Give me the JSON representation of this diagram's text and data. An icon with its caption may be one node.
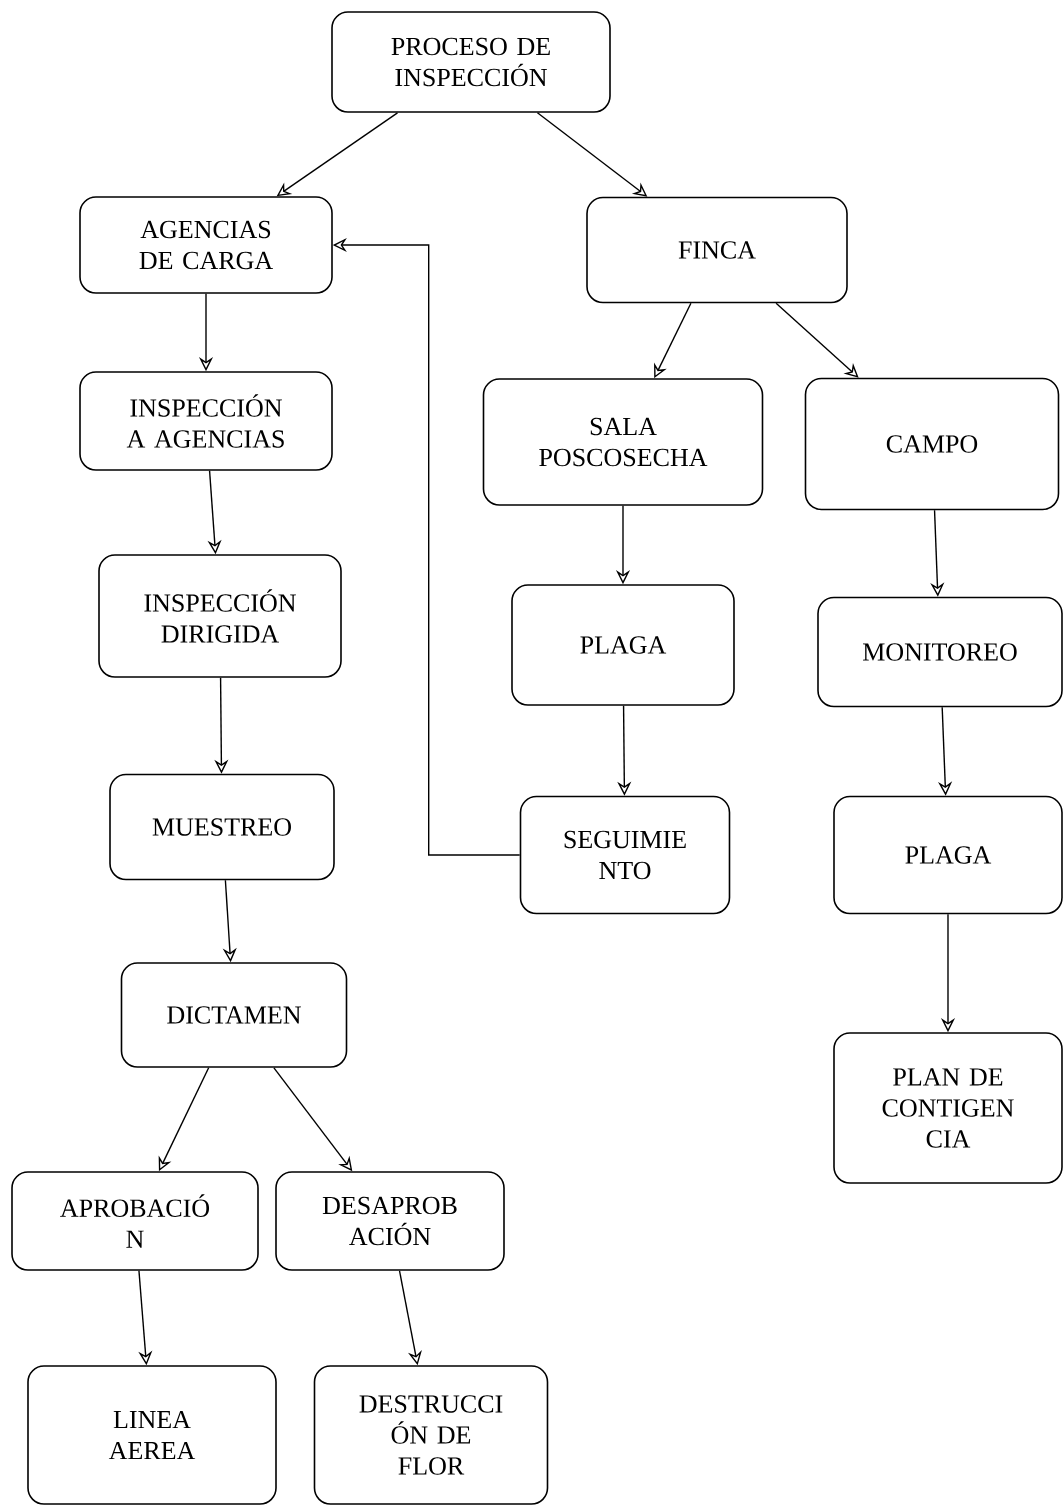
{
  "diagram": {
    "nodes": [
      {
        "text": [
          "PROCESO DE INSPECCIÓN"
        ]
      },
      {
        "text": [
          "AGENCIAS DE CARGA"
        ]
      },
      {
        "text": [
          "FINCA"
        ]
      },
      {
        "text": [
          "INSPECCIÓN A AGENCIAS"
        ]
      },
      {
        "text": [
          "SALA POSCOSECHA"
        ]
      },
      {
        "text": [
          "CAMPO"
        ]
      },
      {
        "text": [
          "INSPECCIÓN DIRIGIDA"
        ]
      },
      {
        "text": [
          "PLAGA"
        ]
      },
      {
        "text": [
          "MONITOREO"
        ]
      },
      {
        "text": [
          "MUESTREO"
        ]
      },
      {
        "text": [
          "SEGUIMIE NTO"
        ]
      },
      {
        "text": [
          "PLAGA"
        ]
      },
      {
        "text": [
          "DICTAMEN"
        ]
      },
      {
        "text": [
          "PLAN DE CONTIGEN CIA"
        ]
      },
      {
        "text": [
          "APROBACIÓ N"
        ]
      },
      {
        "text": [
          "DESAPROB ACIÓN"
        ]
      },
      {
        "text": [
          "LINEA AEREA"
        ]
      },
      {
        "text": [
          "DESTRUCCI ÓN DE FLOR"
        ]
      }
    ],
    "edges": [
      {
        "from": 0,
        "to": 1,
        "arrow": "to"
      },
      {
        "from": 0,
        "to": 2,
        "arrow": "to"
      },
      {
        "from": 1,
        "to": 3,
        "arrow": "to"
      },
      {
        "from": 3,
        "to": 6,
        "arrow": "to"
      },
      {
        "from": 6,
        "to": 9,
        "arrow": "to"
      },
      {
        "from": 9,
        "to": 12,
        "arrow": "to"
      },
      {
        "from": 12,
        "to": 14,
        "arrow": "to"
      },
      {
        "from": 12,
        "to": 15,
        "arrow": "to"
      },
      {
        "from": 14,
        "to": 16,
        "arrow": "to"
      },
      {
        "from": 15,
        "to": 17,
        "arrow": "to"
      },
      {
        "from": 2,
        "to": 4,
        "arrow": "to"
      },
      {
        "from": 2,
        "to": 5,
        "arrow": "to"
      },
      {
        "from": 4,
        "to": 7,
        "arrow": "to"
      },
      {
        "from": 7,
        "to": 10,
        "arrow": "to"
      },
      {
        "from": 10,
        "to": 1,
        "arrow": "to"
      },
      {
        "from": 5,
        "to": 8,
        "arrow": "to"
      },
      {
        "from": 8,
        "to": 11,
        "arrow": "to"
      },
      {
        "from": 11,
        "to": 13,
        "arrow": "to"
      }
    ]
  }
}
